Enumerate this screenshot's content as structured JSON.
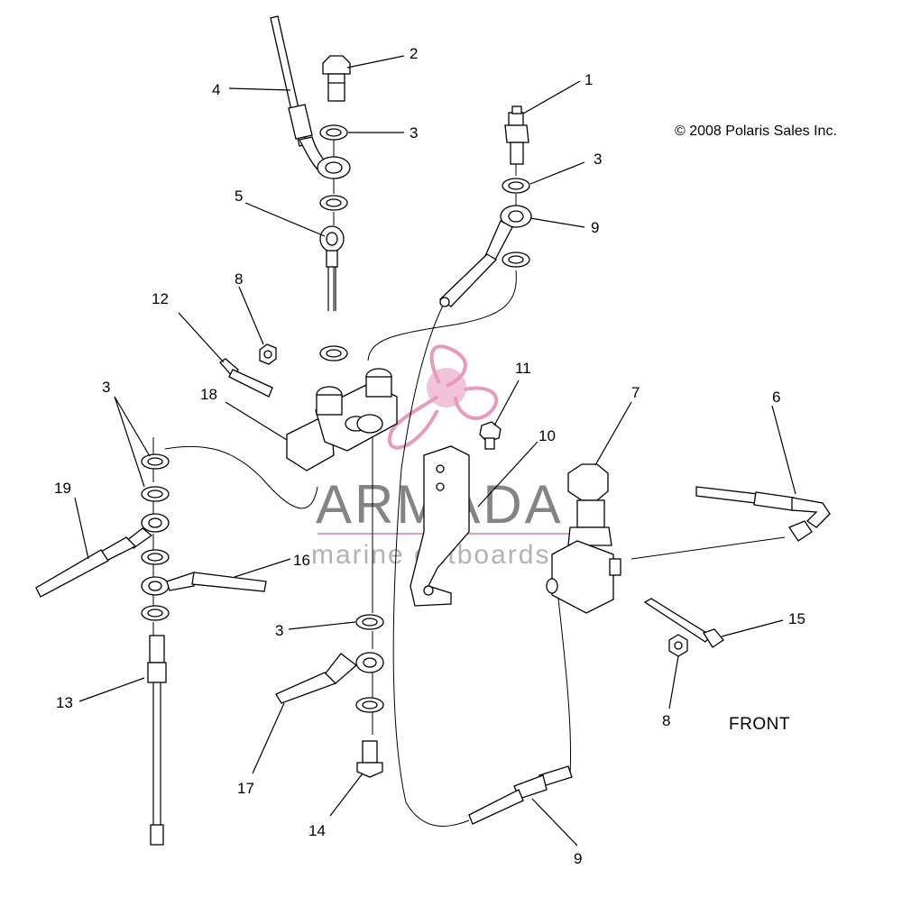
{
  "copyright": "© 2008 Polaris Sales Inc.",
  "front_label": "FRONT",
  "watermark": {
    "name": "ARMADA",
    "tagline": "marine outboards",
    "logo_color": "#e58fb8",
    "text_color": "#777777"
  },
  "callouts": {
    "c1": "1",
    "c2": "2",
    "c3a": "3",
    "c3b": "3",
    "c3c": "3",
    "c3d": "3",
    "c4": "4",
    "c5": "5",
    "c6": "6",
    "c7": "7",
    "c8a": "8",
    "c8b": "8",
    "c9a": "9",
    "c9b": "9",
    "c10": "10",
    "c11": "11",
    "c12": "12",
    "c13": "13",
    "c14": "14",
    "c15": "15",
    "c16": "16",
    "c17": "17",
    "c18": "18",
    "c19": "19"
  }
}
